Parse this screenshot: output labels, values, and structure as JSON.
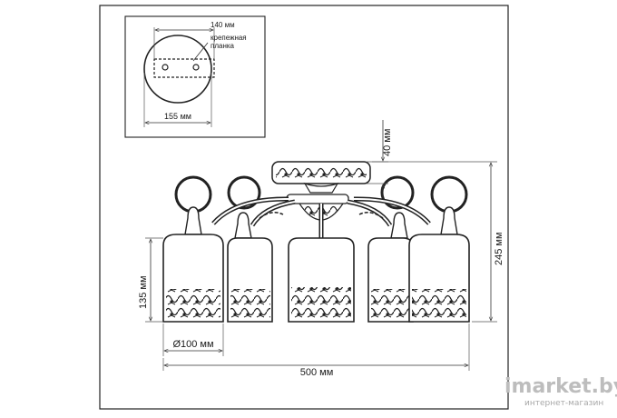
{
  "mount_detail": {
    "plate_length": "140 мм",
    "plate_label_line1": "крепежная",
    "plate_label_line2": "планка",
    "base_diameter": "155 мм"
  },
  "dimensions": {
    "canopy_height": "40 мм",
    "total_height": "245 мм",
    "shade_height": "135 мм",
    "shade_diameter": "Ø100 мм",
    "total_width": "500 мм"
  },
  "watermark": {
    "brand": "imarket.by",
    "tagline": "интернет-магазин"
  }
}
